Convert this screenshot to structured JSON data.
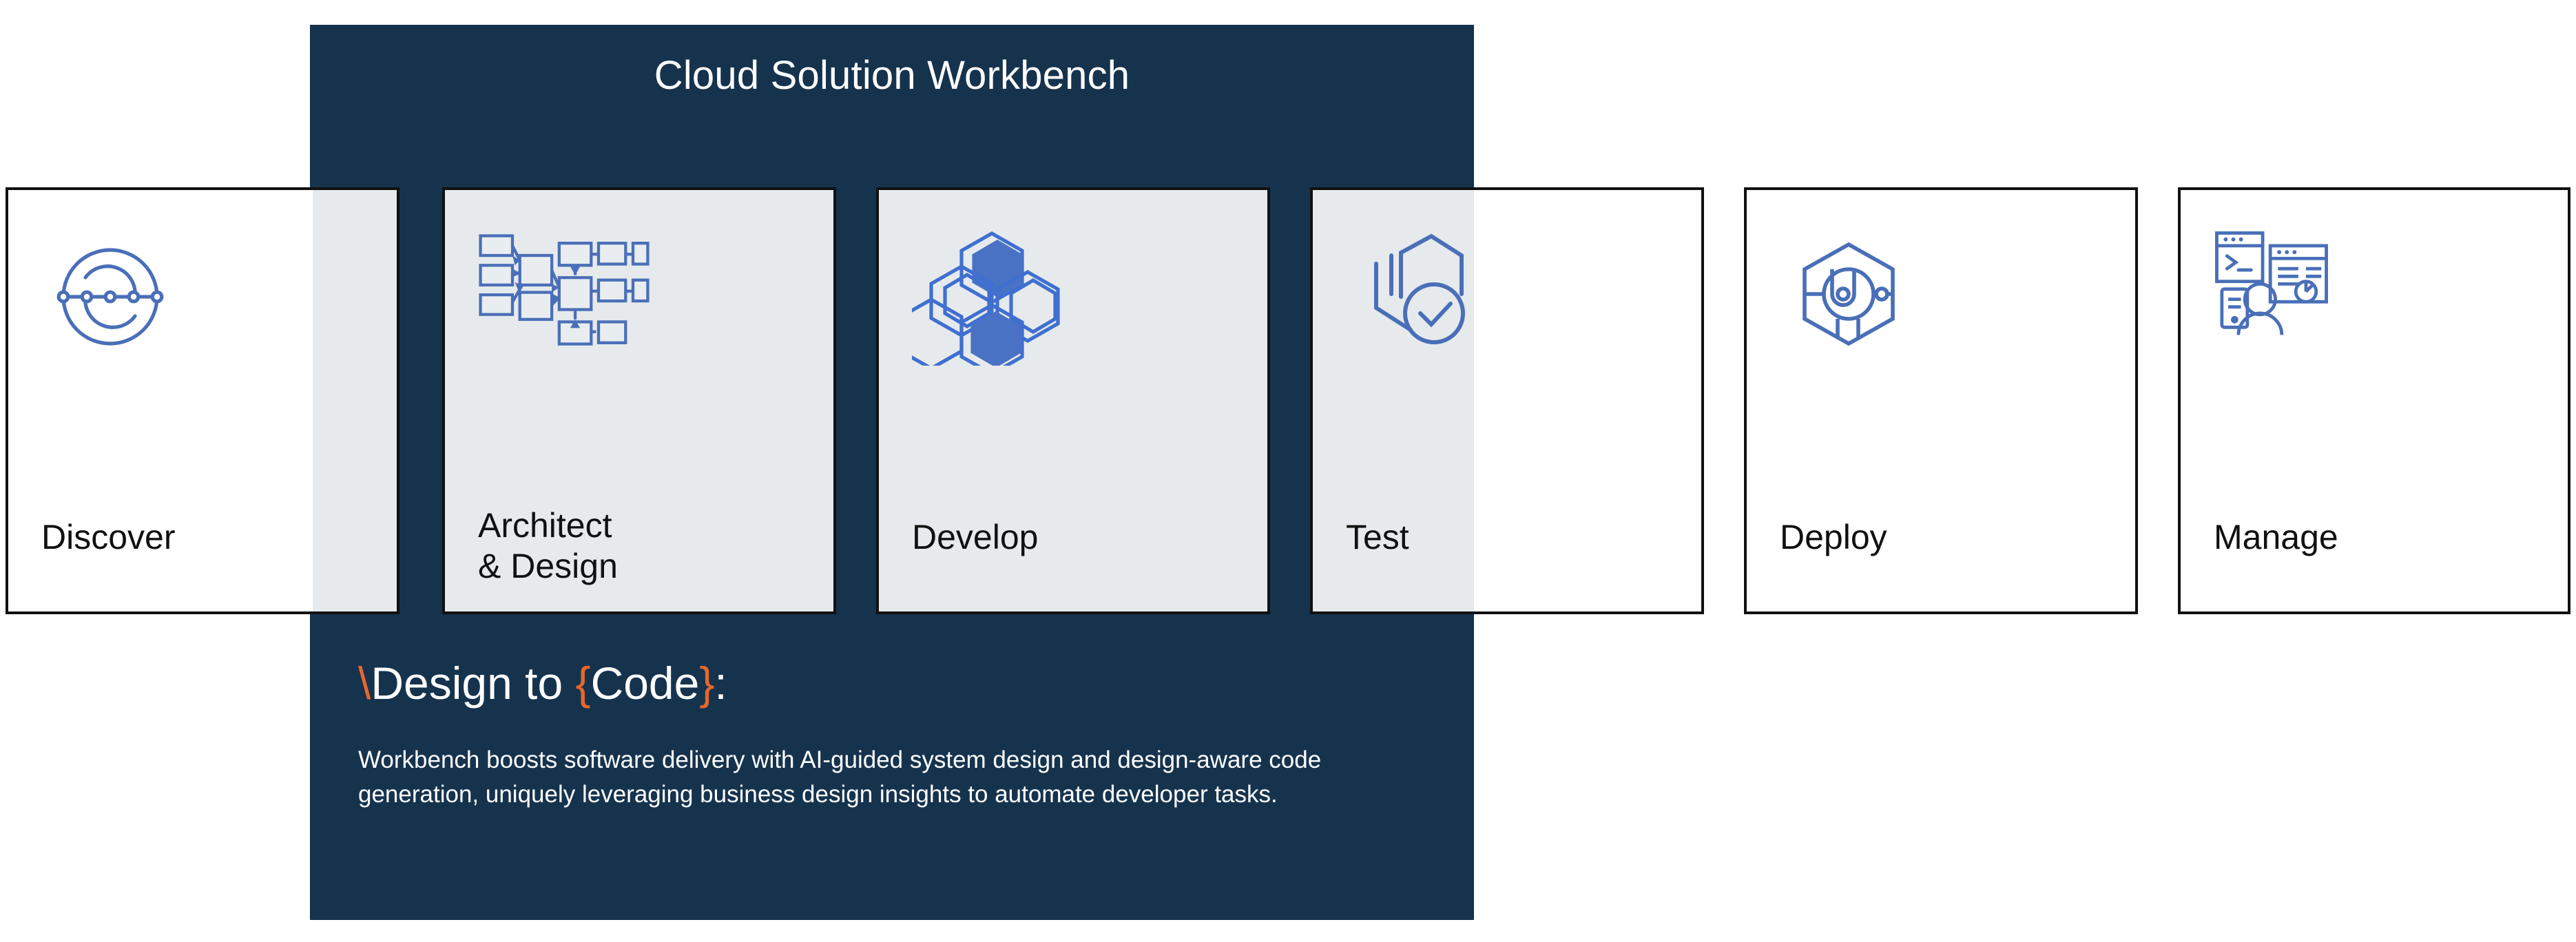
{
  "panel": {
    "title": "Cloud Solution Workbench",
    "background_color": "#16334e",
    "headline": {
      "accent_color": "#e8672a",
      "slash": "\\",
      "word1": "Design",
      "middle": " to ",
      "brace_open": "{",
      "word2": "Code",
      "brace_close": "}",
      "colon": ":"
    },
    "body": "Workbench boosts software delivery with AI-guided system design and design-aware code generation, uniquely leveraging business design insights to automate developer tasks."
  },
  "cards": [
    {
      "id": "discover",
      "label": "Discover",
      "icon": "discover-network-icon"
    },
    {
      "id": "architect",
      "label": "Architect\n& Design",
      "icon": "architecture-diagram-icon"
    },
    {
      "id": "develop",
      "label": "Develop",
      "icon": "hexagon-cluster-icon"
    },
    {
      "id": "test",
      "label": "Test",
      "icon": "hexagon-check-icon"
    },
    {
      "id": "deploy",
      "label": "Deploy",
      "icon": "hexagon-gear-icon"
    },
    {
      "id": "manage",
      "label": "Manage",
      "icon": "console-dashboard-user-icon"
    }
  ],
  "colors": {
    "icon_blue": "#4a6fb8",
    "card_border": "#111111",
    "card_fill": "#ffffff",
    "card_overlap_fill": "#e6eaed",
    "panel_navy": "#16334e",
    "accent_orange": "#e8672a"
  }
}
